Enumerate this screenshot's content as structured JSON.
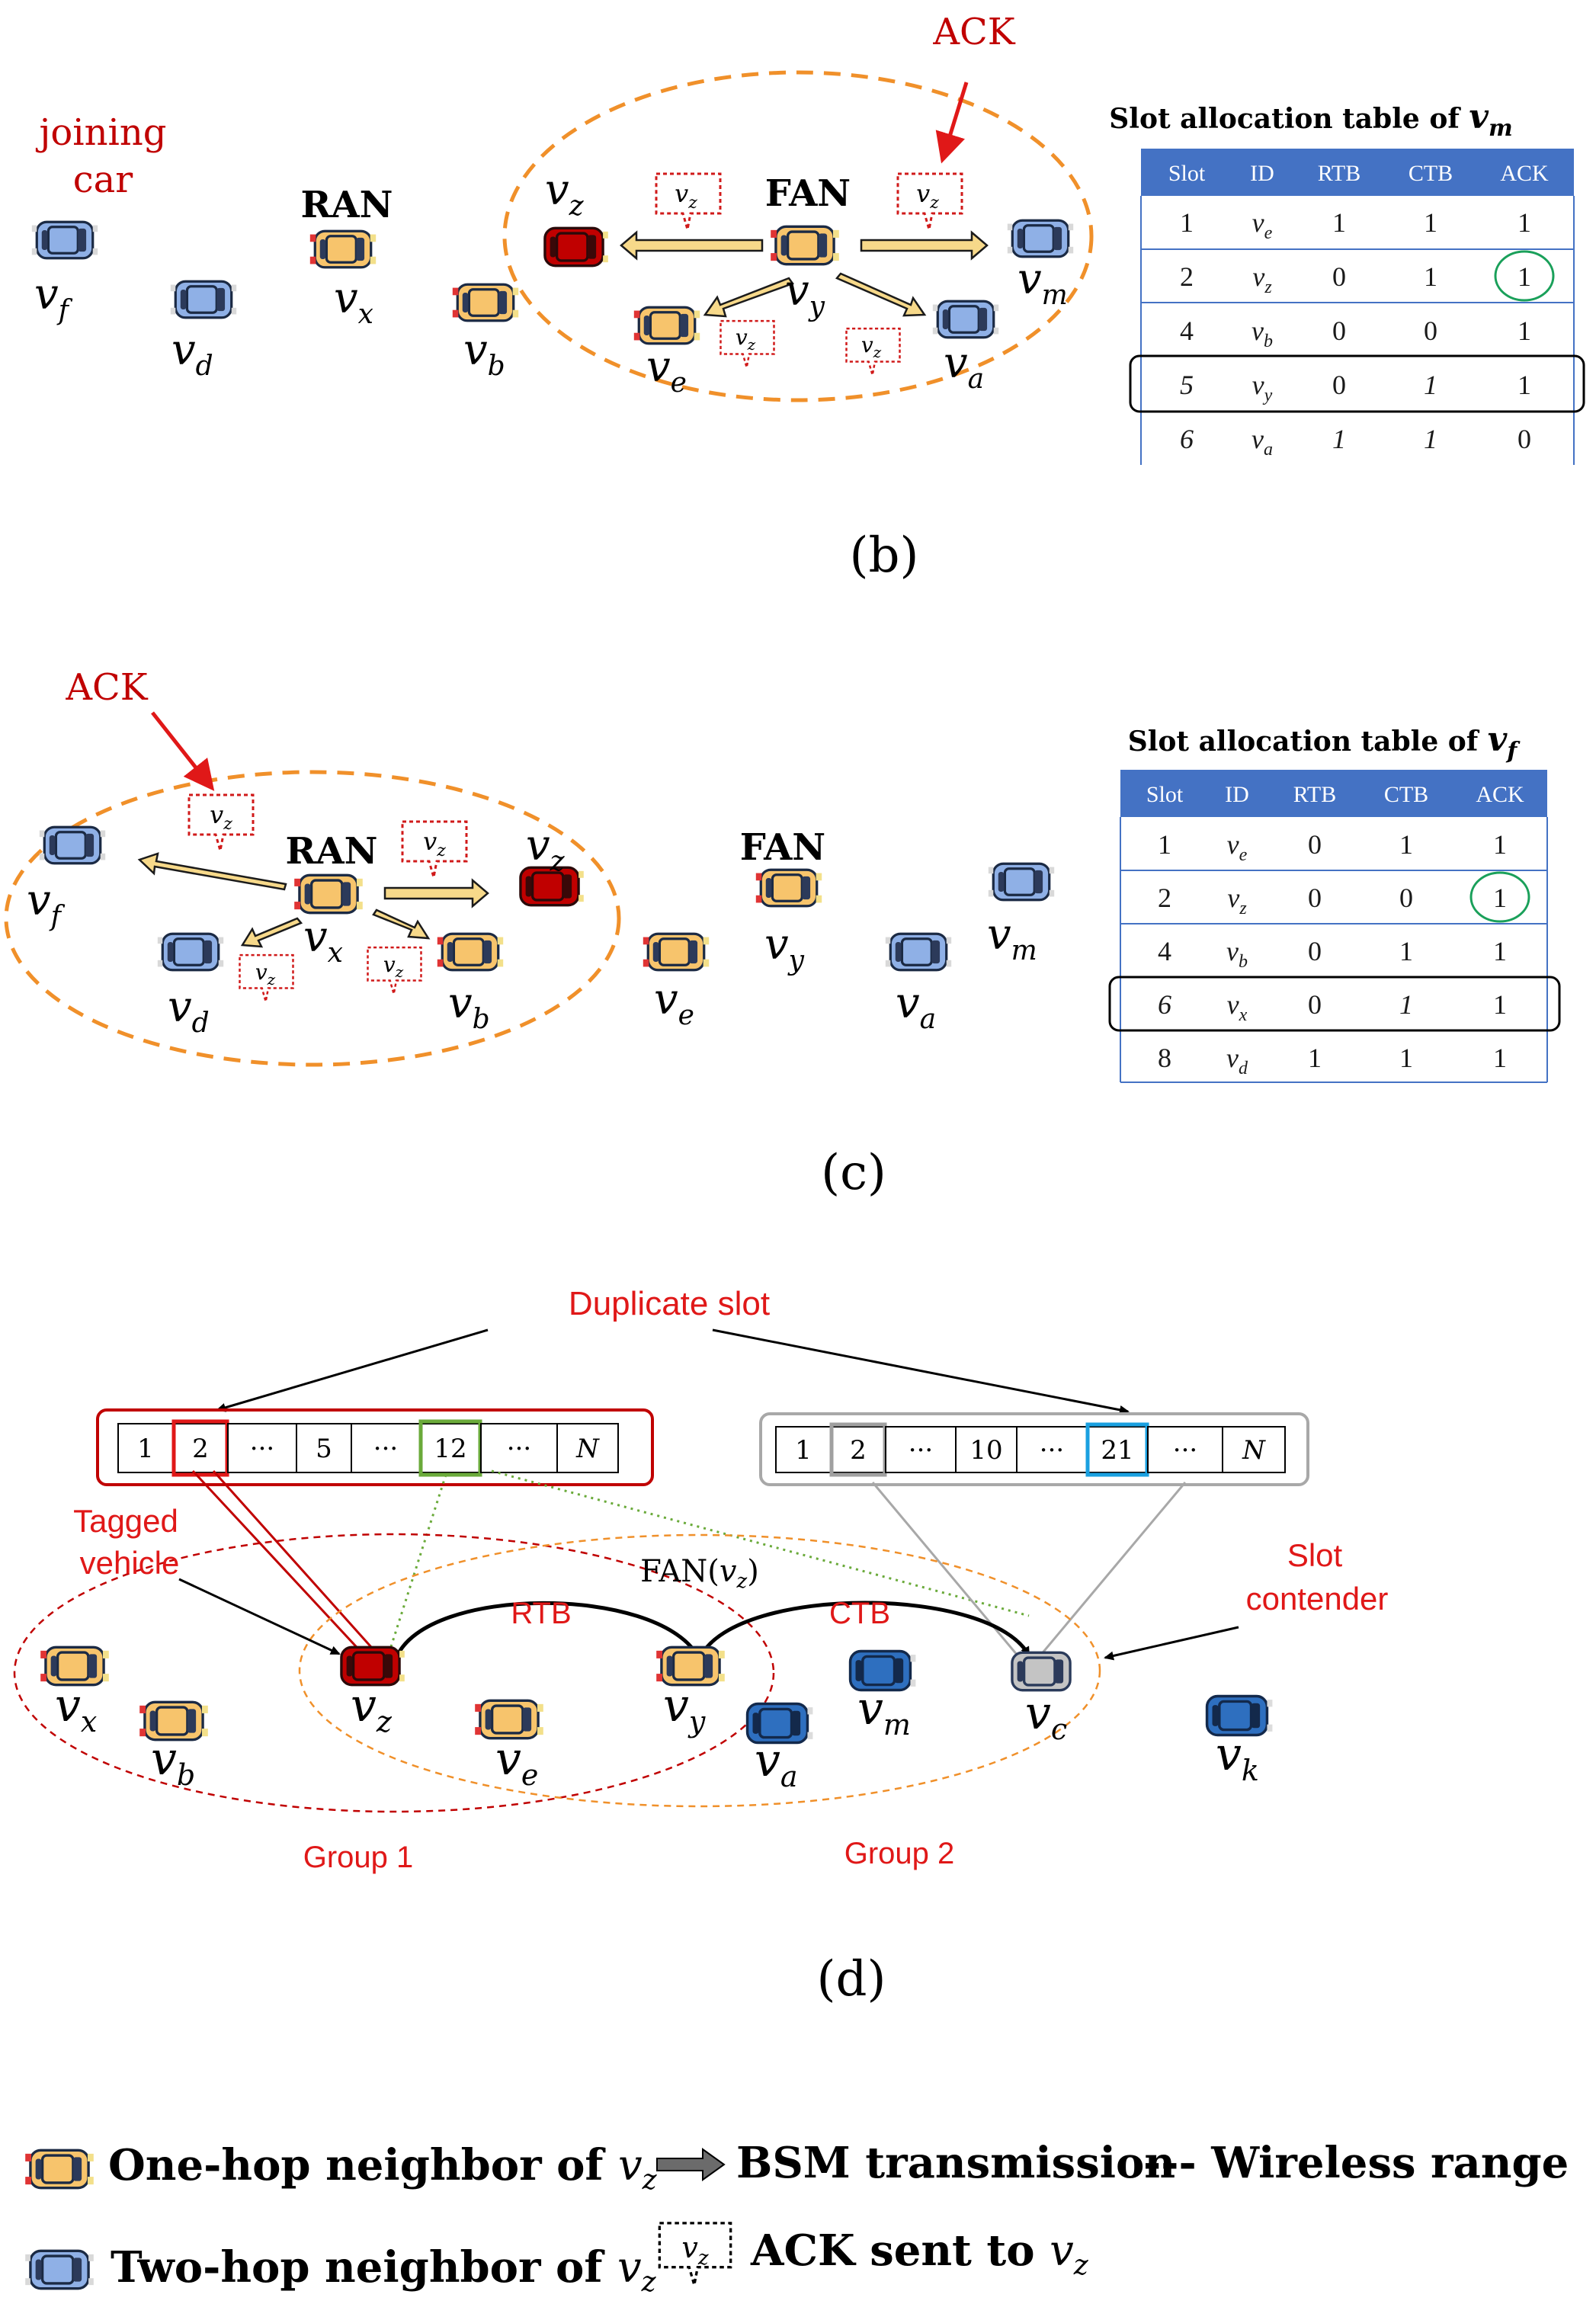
{
  "panel_b": {
    "caption": "(b)",
    "label_joining": "joining",
    "label_car": "car",
    "label_ran": "RAN",
    "label_fan": "FAN",
    "label_ack": "ACK",
    "vehicles": {
      "vf": "v",
      "vd": "v",
      "vx": "v",
      "vb": "v",
      "vz": "v",
      "vy": "v",
      "ve": "v",
      "va": "v",
      "vm": "v"
    },
    "subs": {
      "vf": "f",
      "vd": "d",
      "vx": "x",
      "vb": "b",
      "vz": "z",
      "vy": "y",
      "ve": "e",
      "va": "a",
      "vm": "m"
    },
    "table_title": "Slot allocation table of ",
    "table_title_var": "v",
    "table_title_sub": "m",
    "table_headers": [
      "Slot",
      "ID",
      "RTB",
      "CTB",
      "ACK"
    ],
    "table_rows": [
      {
        "slot": "1",
        "id": "v",
        "sub": "e",
        "rtb": "1",
        "ctb": "1",
        "ack": "1"
      },
      {
        "slot": "2",
        "id": "v",
        "sub": "z",
        "rtb": "0",
        "ctb": "1",
        "ack": "1"
      },
      {
        "slot": "4",
        "id": "v",
        "sub": "b",
        "rtb": "0",
        "ctb": "0",
        "ack": "1"
      },
      {
        "slot": "5",
        "id": "v",
        "sub": "y",
        "rtb": "0",
        "ctb": "1",
        "ack": "1"
      },
      {
        "slot": "6",
        "id": "v",
        "sub": "a",
        "rtb": "1",
        "ctb": "1",
        "ack": "0"
      }
    ]
  },
  "panel_c": {
    "caption": "(c)",
    "label_ran": "RAN",
    "label_fan": "FAN",
    "label_ack": "ACK",
    "table_title": "Slot allocation table of ",
    "table_title_var": "v",
    "table_title_sub": "f",
    "table_headers": [
      "Slot",
      "ID",
      "RTB",
      "CTB",
      "ACK"
    ],
    "table_rows": [
      {
        "slot": "1",
        "id": "v",
        "sub": "e",
        "rtb": "0",
        "ctb": "1",
        "ack": "1"
      },
      {
        "slot": "2",
        "id": "v",
        "sub": "z",
        "rtb": "0",
        "ctb": "0",
        "ack": "1"
      },
      {
        "slot": "4",
        "id": "v",
        "sub": "b",
        "rtb": "0",
        "ctb": "1",
        "ack": "1"
      },
      {
        "slot": "6",
        "id": "v",
        "sub": "x",
        "rtb": "0",
        "ctb": "1",
        "ack": "1"
      },
      {
        "slot": "8",
        "id": "v",
        "sub": "d",
        "rtb": "1",
        "ctb": "1",
        "ack": "1"
      }
    ]
  },
  "panel_d": {
    "caption": "(d)",
    "duplicate_slot": "Duplicate slot",
    "tagged_vehicle_1": "Tagged",
    "tagged_vehicle_2": "vehicle",
    "slot_contender_1": "Slot",
    "slot_contender_2": "contender",
    "fan_label": "FAN(",
    "fan_var": "v",
    "fan_sub": "z",
    "fan_close": ")",
    "rtb": "RTB",
    "ctb": "CTB",
    "group1": "Group 1",
    "group2": "Group 2",
    "frame_left": [
      "1",
      "2",
      "···",
      "5",
      "···",
      "12",
      "···",
      "N"
    ],
    "frame_right": [
      "1",
      "2",
      "···",
      "10",
      "···",
      "21",
      "···",
      "N"
    ]
  },
  "legend": {
    "one_hop": "One-hop  neighbor of ",
    "two_hop": "Two-hop  neighbor of ",
    "bsm": "BSM transmission",
    "wireless": "--- Wireless range",
    "ack_sent": "ACK sent to ",
    "var": "v",
    "sub": "z"
  },
  "colors": {
    "one_hop_car": "#f7c46c",
    "two_hop_car": "#8fb0e6",
    "dark_blue_car": "#2e6fbf",
    "tagged_car": "#c00000",
    "contender_car": "#b8b8b8",
    "range_orange": "#f0902a",
    "table_header": "#4472c4",
    "label_red": "#c00000"
  }
}
